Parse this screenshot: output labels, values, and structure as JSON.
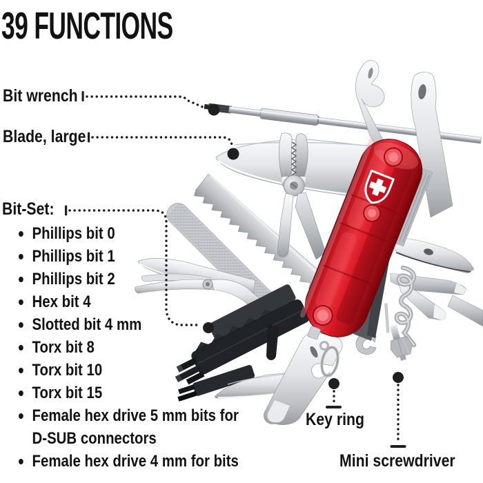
{
  "title": "39 FUNCTIONS",
  "callouts": {
    "bit_wrench": "Bit wrench",
    "blade_large": "Blade, large",
    "bit_set": "Bit-Set:",
    "key_ring": "Key ring",
    "mini_screwdriver": "Mini screwdriver"
  },
  "bit_set_items": [
    "Phillips bit 0",
    "Phillips bit 1",
    "Phillips bit 2",
    "Hex bit 4",
    "Slotted bit 4 mm",
    "Torx bit 8",
    "Torx bit 10",
    "Torx bit 15",
    "Female hex drive 5 mm bits for\nD-SUB connectors",
    "Female hex drive 4 mm for bits"
  ],
  "knife": {
    "brand_logo": "victorinox-cross-shield",
    "tools_visible": [
      "bit wrench",
      "can opener",
      "cap lifter",
      "large blade",
      "pliers",
      "wood saw",
      "nail file",
      "pen blade",
      "scissors",
      "black bit set",
      "bottle opener",
      "small blade",
      "corkscrew",
      "hook",
      "mini screwdriver",
      "key ring"
    ]
  },
  "colors": {
    "background": "#ffffff",
    "text": "#121212",
    "leader": "#1b1b1b",
    "metal": "#c6c9cd",
    "plastic_black": "#202327",
    "handle_red": "#d01622"
  }
}
